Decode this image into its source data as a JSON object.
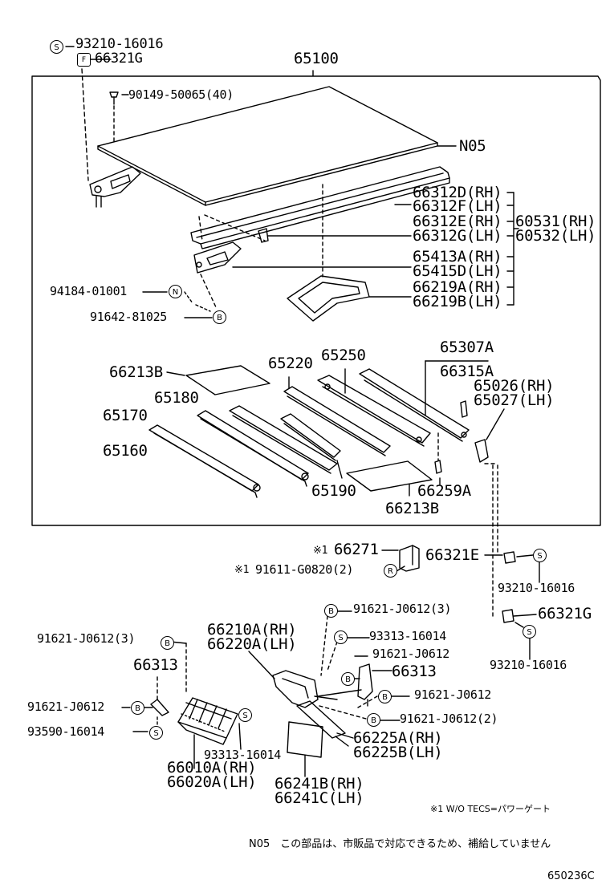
{
  "diagram_id": "650236C",
  "callouts": {
    "top_screw": "93210-16016",
    "top_clip": "66321G",
    "assembly": "65100",
    "bolt": "90149-50065(40)",
    "n05": "N05",
    "p66312D": "66312D(RH)",
    "p66312F": "66312F(LH)",
    "p66312E": "66312E(RH)",
    "p66312G": "66312G(LH)",
    "p60531": "60531(RH)",
    "p60532": "60532(LH)",
    "p65413A": "65413A(RH)",
    "p65415D": "65415D(LH)",
    "p66219A": "66219A(RH)",
    "p66219B": "66219B(LH)",
    "nut": "94184-01001",
    "bolt2": "91642-81025",
    "p66213B_top": "66213B",
    "p65220": "65220",
    "p65250": "65250",
    "p65307A": "65307A",
    "p66315A": "66315A",
    "p65026": "65026(RH)",
    "p65027": "65027(LH)",
    "p65180": "65180",
    "p65170": "65170",
    "p65160": "65160",
    "p65190": "65190",
    "p66259A": "66259A",
    "p66213B_bot": "66213B",
    "star1": "※1",
    "p66271": "66271",
    "star2": "※1",
    "p91611": "91611-G0820(2)",
    "p66321E": "66321E",
    "p93210_a": "93210-16016",
    "p66321G_b": "66321G",
    "p93210_b": "93210-16016",
    "p91621_3a": "91621-J0612(3)",
    "p66210A": "66210A(RH)",
    "p66220A": "66220A(LH)",
    "p91621_3b": "91621-J0612(3)",
    "p93313_a": "93313-16014",
    "p91621_a": "91621-J0612",
    "p66313_l": "66313",
    "p66313_r": "66313",
    "p91621_b": "91621-J0612",
    "p91621_c": "91621-J0612",
    "p93590": "93590-16014",
    "p91621_2": "91621-J0612(2)",
    "p66225A": "66225A(RH)",
    "p66225B": "66225B(LH)",
    "p93313_b": "93313-16014",
    "p66010A": "66010A(RH)",
    "p66020A": "66020A(LH)",
    "p66241B": "66241B(RH)",
    "p66241C": "66241C(LH)"
  },
  "badges": {
    "S": "S",
    "F": "F",
    "N": "N",
    "B": "B",
    "R": "R"
  },
  "notes": {
    "wo_tecs": "※1 W/O TECS=パワーゲート",
    "n05_note": "N05　この部品は、市販品で対応できるため、補給していません"
  },
  "colors": {
    "ink": "#000000",
    "paper": "#ffffff"
  }
}
